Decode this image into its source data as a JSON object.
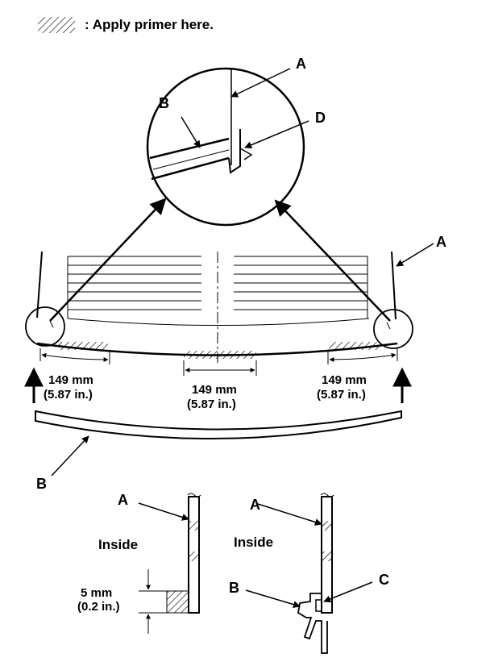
{
  "legend": {
    "text": ": Apply primer here."
  },
  "callouts": {
    "a": "A",
    "b": "B",
    "c": "C",
    "d": "D"
  },
  "dimensions": {
    "left": {
      "mm": "149 mm",
      "in": "(5.87 in.)"
    },
    "center": {
      "mm": "149 mm",
      "in": "(5.87 in.)"
    },
    "right": {
      "mm": "149 mm",
      "in": "(5.87 in.)"
    },
    "bead": {
      "mm": "5 mm",
      "in": "(0.2 in.)"
    }
  },
  "sections": {
    "inside_label": "Inside"
  }
}
